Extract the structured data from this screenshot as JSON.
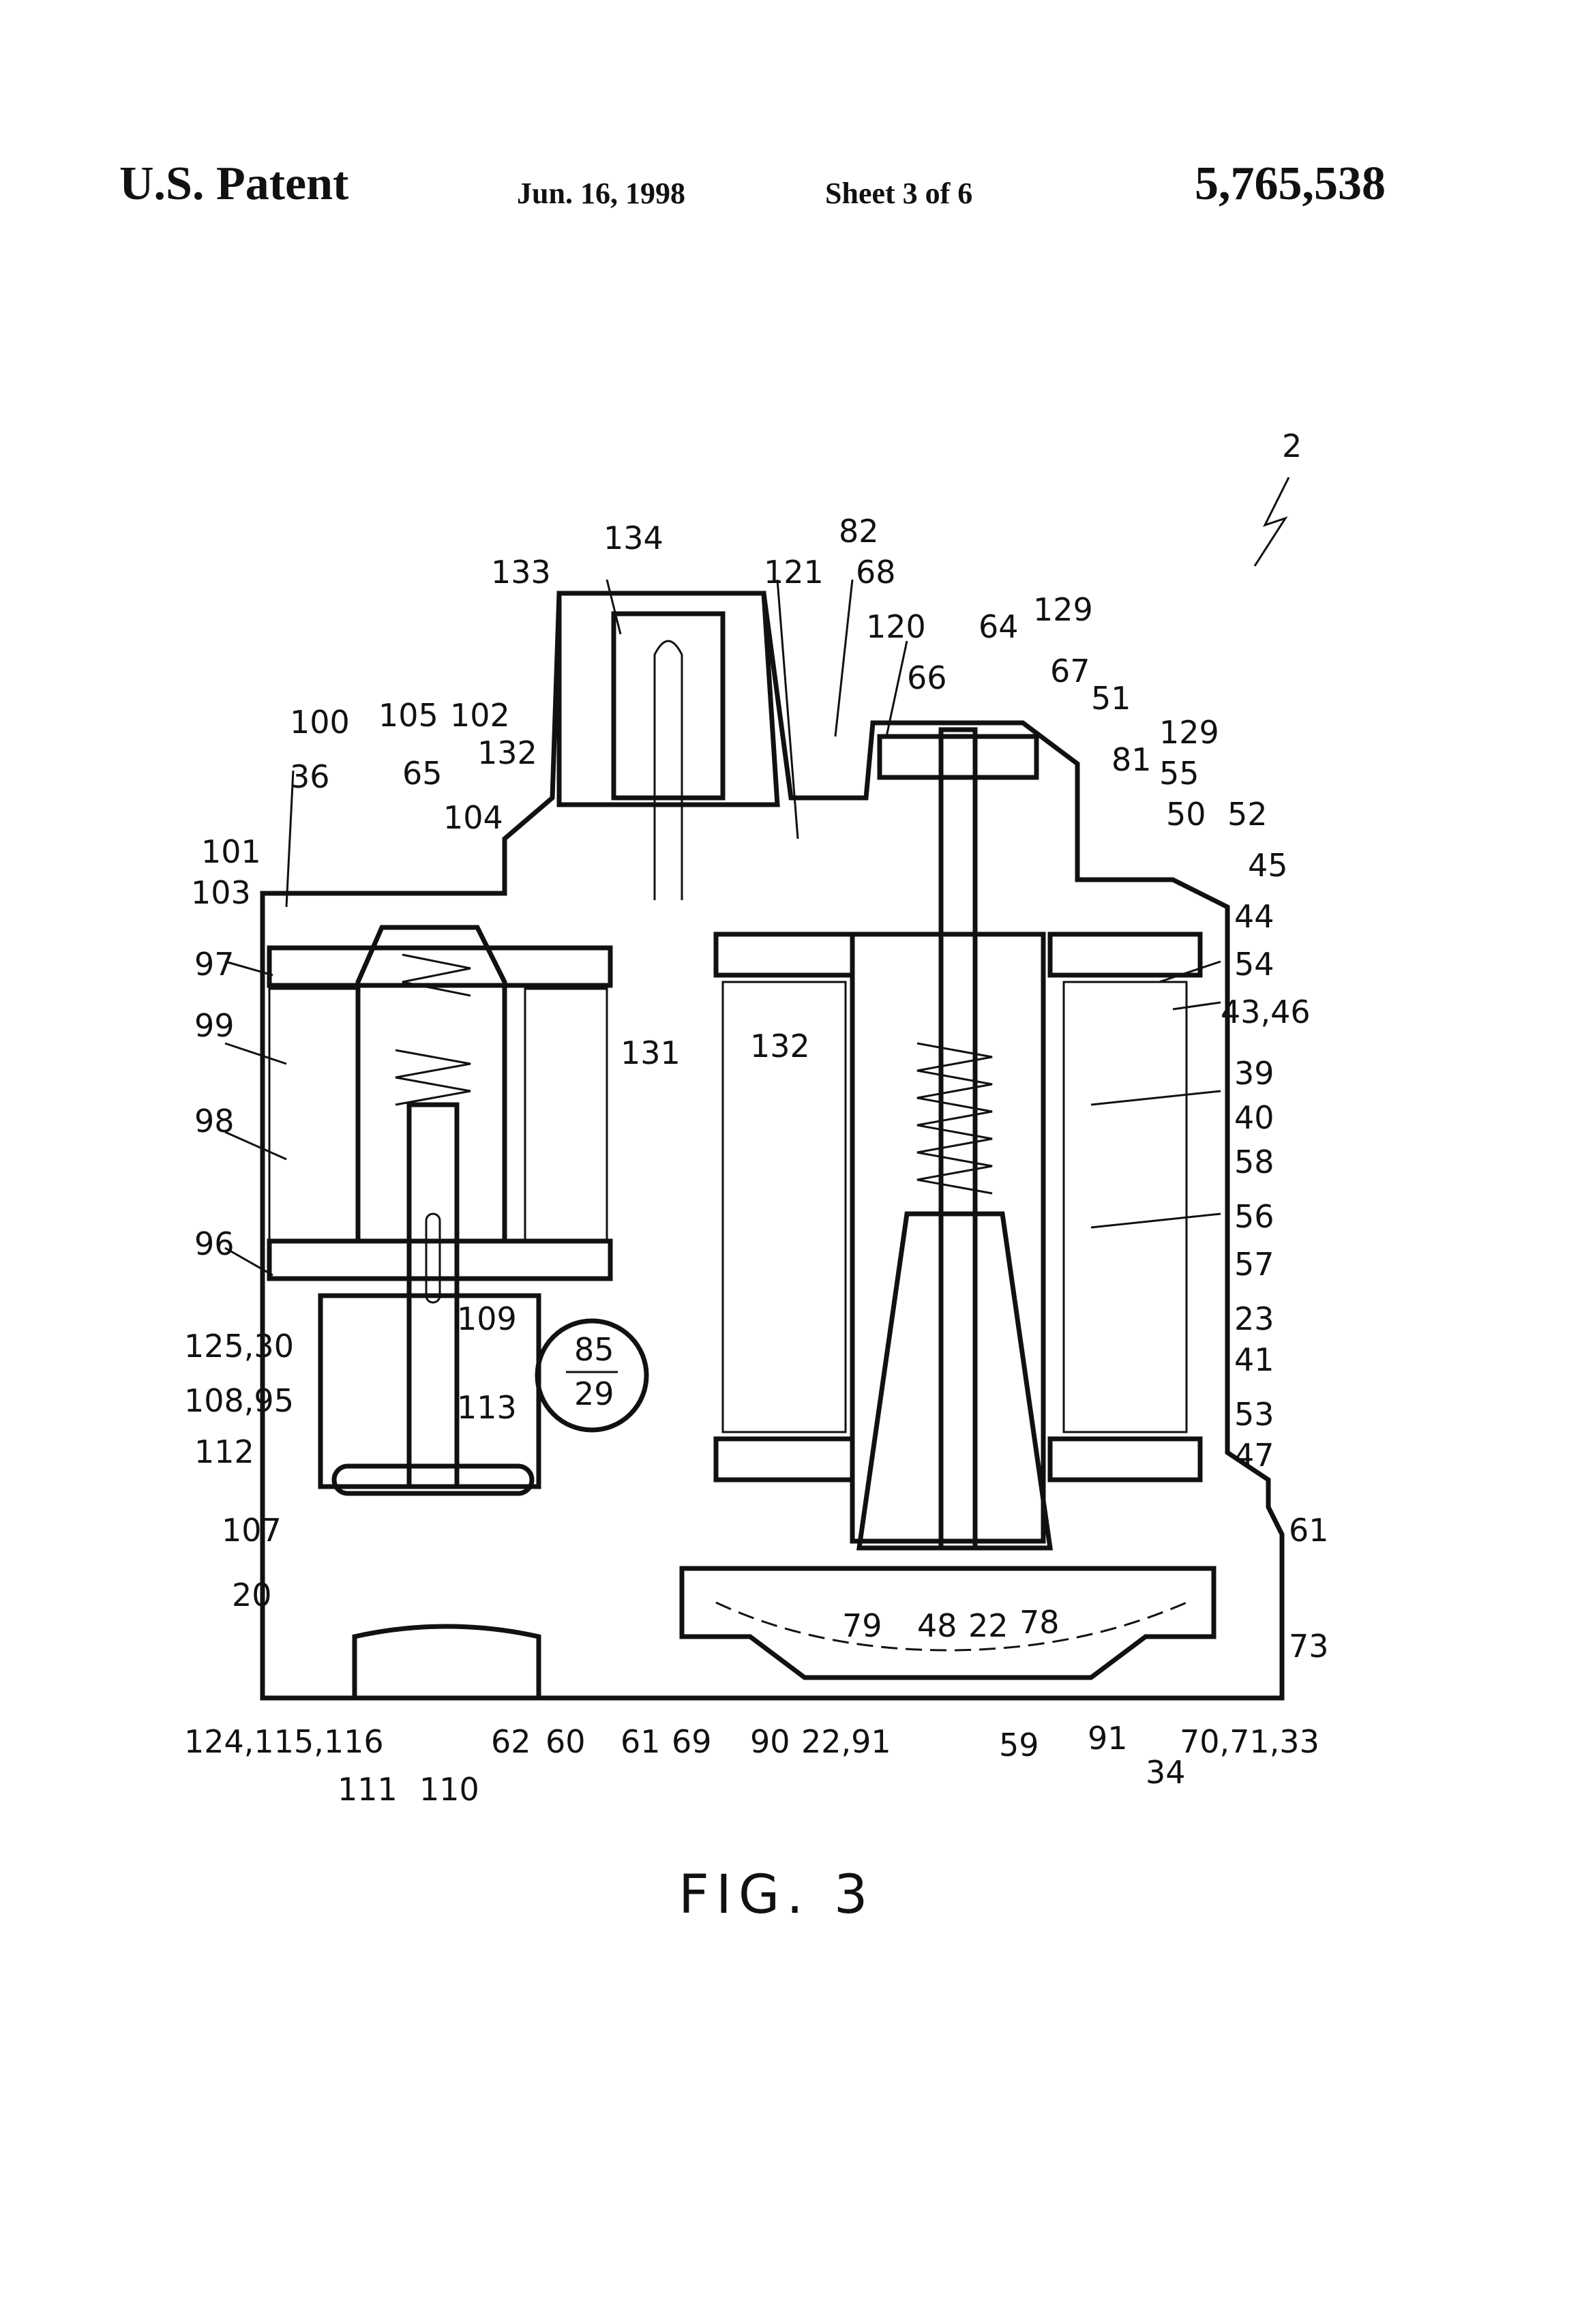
{
  "header": {
    "patent_label": "U.S. Patent",
    "date": "Jun. 16, 1998",
    "sheet": "Sheet 3 of 6",
    "patent_number": "5,765,538"
  },
  "figure": {
    "caption": "FIG. 3",
    "badge": {
      "top": "85",
      "bottom": "29"
    },
    "reference_numerals": [
      "2",
      "134",
      "133",
      "82",
      "68",
      "121",
      "129",
      "120",
      "64",
      "66",
      "67",
      "51",
      "129",
      "81",
      "55",
      "50",
      "52",
      "45",
      "44",
      "54",
      "43,46",
      "39",
      "40",
      "58",
      "56",
      "57",
      "23",
      "41",
      "53",
      "47",
      "61",
      "73",
      "100",
      "105",
      "102",
      "36",
      "65",
      "132",
      "104",
      "101",
      "103",
      "97",
      "99",
      "98",
      "96",
      "131",
      "132",
      "109",
      "113",
      "125,30",
      "108,95",
      "112",
      "107",
      "20",
      "124,115,116",
      "111",
      "110",
      "62",
      "60",
      "61",
      "69",
      "90",
      "22,91",
      "59",
      "91",
      "34",
      "70,71,33",
      "79",
      "48",
      "22",
      "78"
    ]
  }
}
